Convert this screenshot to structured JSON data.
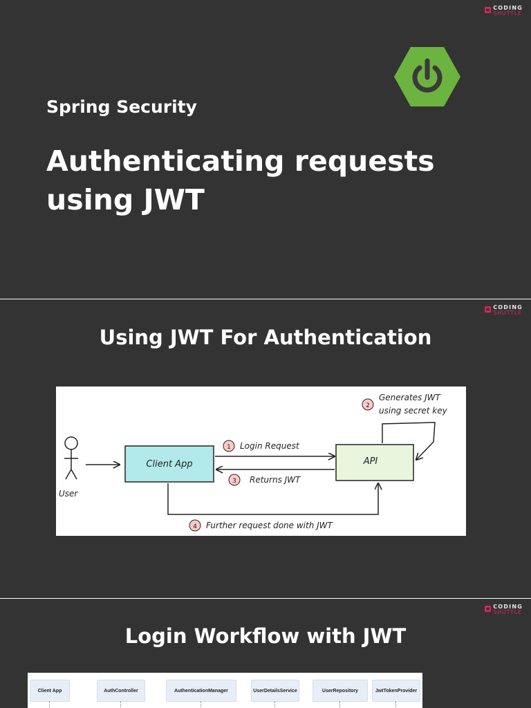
{
  "brand": {
    "top": "CODING",
    "bottom": "SHUTTLE",
    "accent_color": "#e0245e"
  },
  "slide1": {
    "eyebrow": "Spring Security",
    "title": "Authenticating requests using JWT",
    "logo_icon": "power-icon",
    "logo_color": "#6db33f"
  },
  "slide2": {
    "title": "Using JWT For Authentication",
    "diagram": {
      "actor": "User",
      "client": "Client App",
      "api": "API",
      "steps": [
        {
          "num": "1",
          "text": "Login Request"
        },
        {
          "num": "2",
          "text_line1": "Generates JWT",
          "text_line2": "using secret key"
        },
        {
          "num": "3",
          "text": "Returns JWT"
        },
        {
          "num": "4",
          "text": "Further request done with JWT"
        }
      ],
      "colors": {
        "client_fill": "#b2e9eb",
        "api_fill": "#e9f5dd",
        "step_badge": "#ffc9c9"
      }
    }
  },
  "slide3": {
    "title": "Login Workflow with JWT",
    "participants": [
      "Client App",
      "AuthController",
      "AuthenticationManager",
      "UserDetailsService",
      "UserRepository",
      "JwtTokenProvider"
    ]
  }
}
